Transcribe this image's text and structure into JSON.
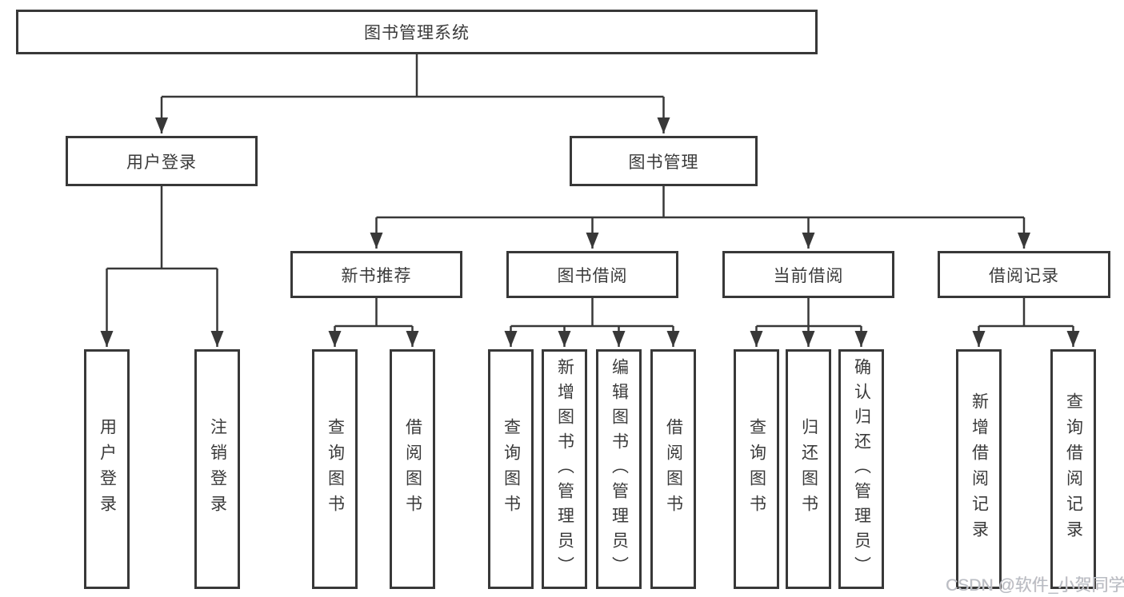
{
  "tree": {
    "label": "图书管理系统",
    "children": [
      {
        "label": "用户登录",
        "children": [
          {
            "label": "用户登录"
          },
          {
            "label": "注销登录"
          }
        ]
      },
      {
        "label": "图书管理",
        "children": [
          {
            "label": "新书推荐",
            "children": [
              {
                "label": "查询图书"
              },
              {
                "label": "借阅图书"
              }
            ]
          },
          {
            "label": "图书借阅",
            "children": [
              {
                "label": "查询图书"
              },
              {
                "label": "新增图书（管理员）"
              },
              {
                "label": "编辑图书（管理员）"
              },
              {
                "label": "借阅图书"
              }
            ]
          },
          {
            "label": "当前借阅",
            "children": [
              {
                "label": "查询图书"
              },
              {
                "label": "归还图书"
              },
              {
                "label": "确认归还（管理员）"
              }
            ]
          },
          {
            "label": "借阅记录",
            "children": [
              {
                "label": "新增借阅记录"
              },
              {
                "label": "查询借阅记录"
              }
            ]
          }
        ]
      }
    ]
  },
  "watermark": "CSDN @软件_小贺同学",
  "colors": {
    "line": "#383838",
    "text": "#3a3a3a",
    "watermark": "#b9bdc4",
    "background": "#ffffff"
  }
}
